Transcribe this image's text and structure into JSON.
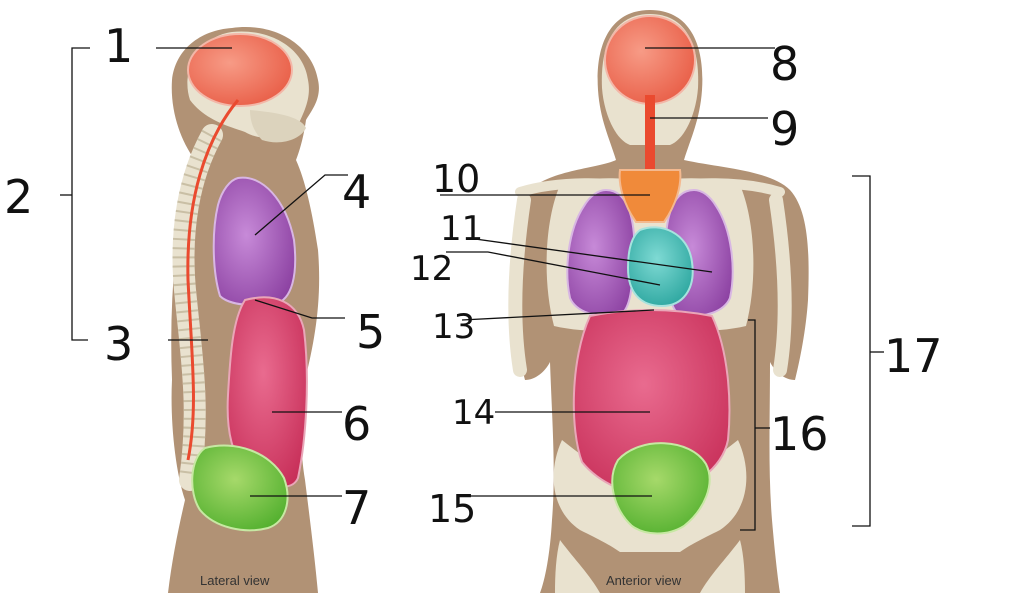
{
  "views": {
    "lateral": {
      "caption": "Lateral view"
    },
    "anterior": {
      "caption": "Anterior view"
    }
  },
  "labels": [
    "1",
    "2",
    "3",
    "4",
    "5",
    "6",
    "7",
    "8",
    "9",
    "10",
    "11",
    "12",
    "13",
    "14",
    "15",
    "16",
    "17"
  ],
  "colors": {
    "skin": "#b19275",
    "bone": "#e9e2cf",
    "brain": "#ef6b55",
    "spinal_cord": "#ea4a2f",
    "lungs": "#9b4fae",
    "heart": "#3bb7b0",
    "abdominal": "#d23a66",
    "pelvic": "#7cc043",
    "mediastinum": "#f08a3a"
  }
}
